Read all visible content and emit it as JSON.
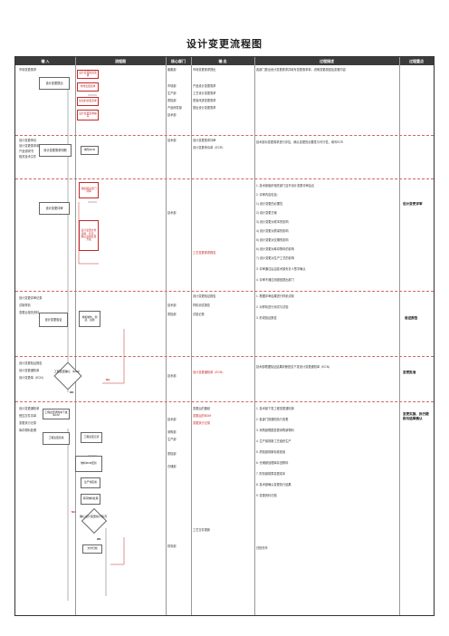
{
  "title": "设计变更流程图",
  "headers": {
    "input": "输 入",
    "flow": "流程图",
    "owner": "核心部门",
    "output": "输 出",
    "desc": "过程描述",
    "control": "过程重点"
  },
  "section1": {
    "input": "市场变更需求",
    "boxes": [
      "设计变更提出",
      "设计变更提出需求",
      "市场变更需求",
      "提出的变更需求",
      "设计变更需求编写"
    ],
    "owner": [
      "客服部",
      "市场部",
      "生产部",
      "质检部",
      "产品研发部",
      "技术部"
    ],
    "output": [
      "市场变更需求提出",
      "产品设计变更需求",
      "工艺设计变更需求",
      "质量改进变更需求",
      "提出设计变更需求"
    ],
    "desc": [
      "各部门提出设计变更需求并填写变更需求单，说明变更原因及变更内容"
    ]
  },
  "section2": {
    "input": [
      "设计变更申请",
      "设计变更需求单",
      "产品说明书",
      "相关技术文件"
    ],
    "boxes": [
      "设计变更需求判断",
      "填写ECR"
    ],
    "owner": [
      "技术部"
    ],
    "output": [
      "设计变更需求评审",
      "设计变更申请单（ECR）"
    ],
    "desc": [
      "技术部对变更需求进行评估，确认变更的必要性与可行性，填写ECR"
    ]
  },
  "section3": {
    "boxes": [
      "设计变更评审",
      "组织相关部门评审",
      "设计变更文件评审、签字、确认后的变更方案"
    ],
    "owner": [
      "技术部"
    ],
    "output": [
      "工艺变更需求报告"
    ],
    "desc": [
      "1. 技术部组织相关部门召开设计变更评审会议",
      "2. 评审内容包括：",
      "   1) 设计变更的必要性",
      "   2) 设计变更方案",
      "   3) 设计变更对成本的影响",
      "   4) 设计变更对质量的影响",
      "   5) 设计变更对交期的影响",
      "   6) 设计变更对库存物料的影响",
      "   7) 设计变更对生产工艺的影响",
      "3. 评审通过后由技术部负责人签字确认",
      "4. 评审不通过则退回提出部门"
    ],
    "control": "设计变更评审"
  },
  "section4": {
    "input": [
      "设计变更评审记录",
      "试制样机",
      "变更后相关资料"
    ],
    "boxes": [
      "设计变更验证",
      "样机制作、测试、试验"
    ],
    "owner": [
      "技术部",
      "质检部"
    ],
    "output": [
      "设计变更验证报告",
      "样机测试报告",
      "试验记录"
    ],
    "desc": [
      "1. 根据评审结果进行样机试制",
      "2. 对样机进行测试与试验",
      "3. 形成验证报告"
    ],
    "control": "验证报告"
  },
  "section5": {
    "input": [
      "设计变更验证报告",
      "设计变更通知单",
      "设计变更单（ECN）"
    ],
    "diamond": "工程变更确认（ECN）",
    "ok": "OK",
    "ng": "NG",
    "owner": [
      "技术部"
    ],
    "output": [
      "设计变更通知单（ECN）"
    ],
    "desc": [
      "技术部根据验证结果判断是否下发设计变更通知单（ECN）"
    ],
    "control": "变更批准"
  },
  "section6": {
    "input": [
      "设计变更通知单",
      "受控文件清单",
      "变更执行记录",
      "库存物料处理"
    ],
    "boxes": [
      "工程变更通知单下发（ECN）",
      "工程变更实施",
      "工程变更记录",
      "物料BOM更新",
      "生产线实施",
      "库存物料处理",
      "确认设计变更执行情况"
    ],
    "owner": [
      "技术部",
      "采购部",
      "生产部",
      "质检部",
      "仓储部",
      "财务部"
    ],
    "output": [
      "变更后的图纸",
      "变更后的BOM",
      "变更执行记录",
      "工艺文件更新"
    ],
    "desc": [
      "1. 技术部下发工程变更通知单",
      "2. 各部门按通知执行变更",
      "3. 采购部根据变更采购新物料",
      "4. 生产部按新工艺组织生产",
      "5. 质检部按新标准检验",
      "6. 仓储部处理库存旧物料",
      "7. 财务部核算变更成本",
      "8. 技术部确认变更执行结果",
      "9. 变更资料归档"
    ],
    "control": "变更实施、执行跟踪与结果确认",
    "end": "文件归档",
    "endnote": "归档完毕",
    "ng": "NG",
    "ok": "OK"
  }
}
